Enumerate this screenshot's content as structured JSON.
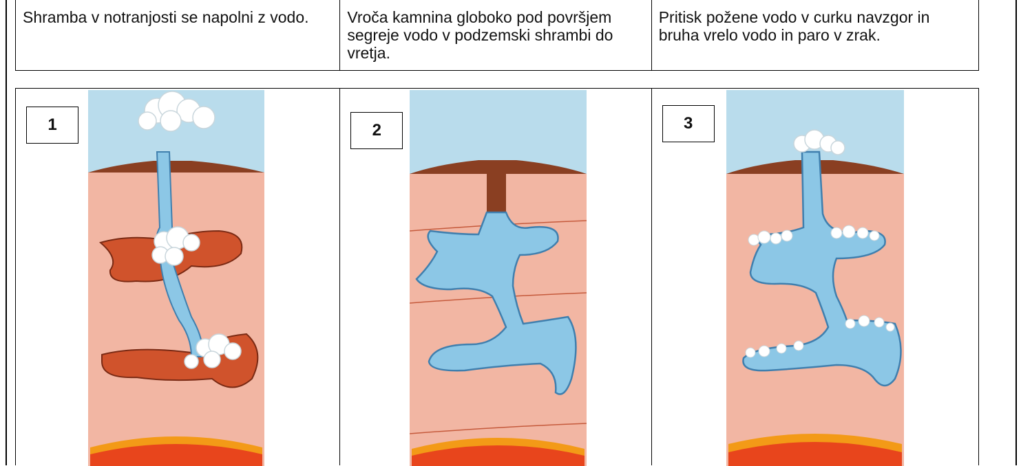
{
  "captions": [
    "Shramba v notranjosti se napolni z vodo.",
    "Vroča kamnina globoko pod površjem segreje vodo v podzemski shrambi do vretja.",
    "Pritisk požene vodo v curku navzgor in bruha vrelo vodo in paro v zrak."
  ],
  "panels": [
    {
      "number": "1"
    },
    {
      "number": "2"
    },
    {
      "number": "3"
    }
  ],
  "colors": {
    "sky": "#b9dcec",
    "rock": "#f2b6a3",
    "crust": "#8a3f22",
    "water": "#8cc7e6",
    "empty_chamber": "#d0532c",
    "steam": "#ffffff",
    "magma": "#f39a17"
  }
}
